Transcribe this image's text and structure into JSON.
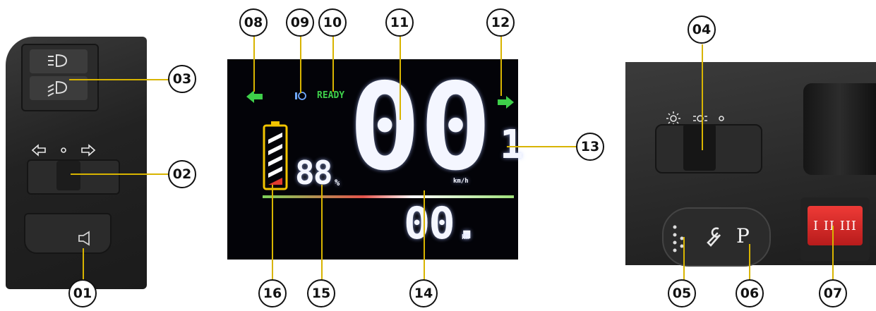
{
  "callouts": {
    "c01": "01",
    "c02": "02",
    "c03": "03",
    "c04": "04",
    "c05": "05",
    "c06": "06",
    "c07": "07",
    "c08": "08",
    "c09": "09",
    "c10": "10",
    "c11": "11",
    "c12": "12",
    "c13": "13",
    "c14": "14",
    "c15": "15",
    "c16": "16"
  },
  "display": {
    "ready_label": "READY",
    "speed_digits": "00",
    "speed_unit": "km/h",
    "battery_digits": "88",
    "battery_unit": "%",
    "gear_digit": "1",
    "odometer_digits": "00.",
    "odometer_unit": "km"
  },
  "right_switch": {
    "parking_label": "P",
    "gear_selector_label": "I II III"
  },
  "colors": {
    "turn_signal": "#3ecf4a",
    "ready": "#3ecf4a",
    "headlight_indicator": "#6fa8ff",
    "battery_frame": "#f2c400",
    "battery_low_bar": "#e03a2e",
    "leader_line": "#d8b400",
    "gear_selector": "#e32b2b"
  },
  "icons": {
    "left_arrow": "left-turn-arrow-icon",
    "right_arrow": "right-turn-arrow-icon",
    "headlight": "headlight-indicator-icon",
    "high_beam": "high-beam-icon",
    "low_beam": "low-beam-icon",
    "horn": "horn-icon",
    "wrench": "wrench-icon",
    "sun": "sun-icon"
  }
}
